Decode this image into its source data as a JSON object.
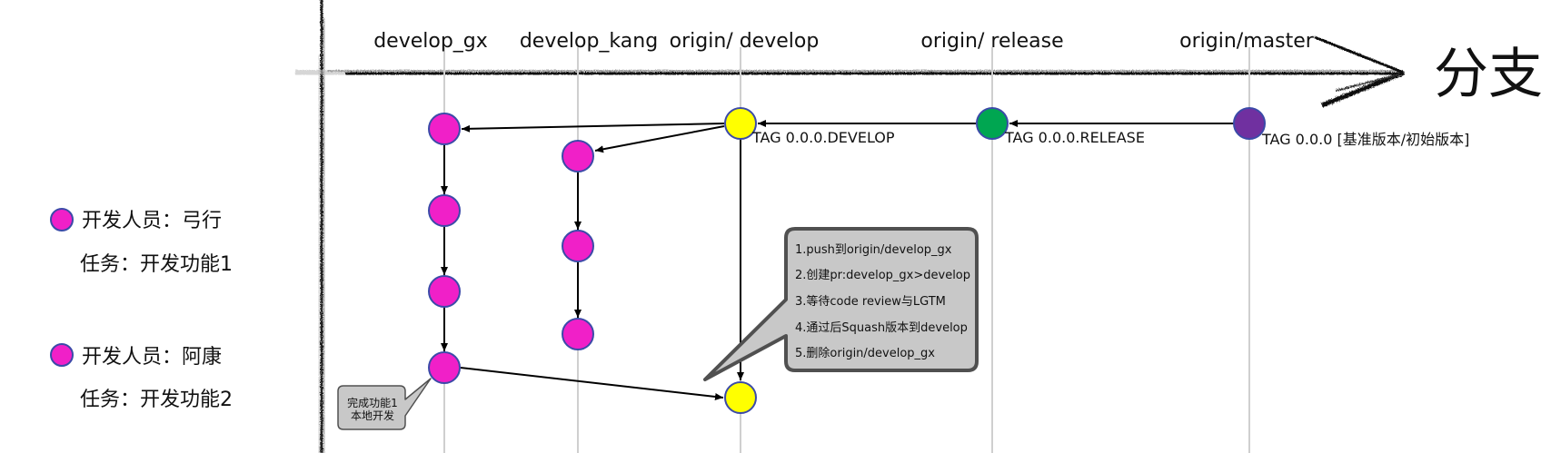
{
  "axis": {
    "title": "分支"
  },
  "branches": [
    {
      "id": "develop_gx",
      "label": "develop_gx"
    },
    {
      "id": "develop_kang",
      "label": "develop_kang"
    },
    {
      "id": "origin_develop",
      "label": "origin/ develop"
    },
    {
      "id": "origin_release",
      "label": "origin/ release"
    },
    {
      "id": "origin_master",
      "label": "origin/master"
    }
  ],
  "tags": {
    "develop": "TAG 0.0.0.DEVELOP",
    "release": "TAG 0.0.0.RELEASE",
    "master": "TAG 0.0.0 [基准版本/初始版本]"
  },
  "legend": [
    {
      "developer": "开发人员：弓行",
      "task": "任务：开发功能1",
      "color": "#f020c8"
    },
    {
      "developer": "开发人员：阿康",
      "task": "任务：开发功能2",
      "color": "#f020c8"
    }
  ],
  "callout": {
    "lines": [
      "1.push到origin/develop_gx",
      "2.创建pr:develop_gx>develop",
      "3.等待code review与LGTM",
      "4.通过后Squash版本到develop",
      "5.删除origin/develop_gx"
    ]
  },
  "note": {
    "lines": [
      "完成功能1",
      "本地开发"
    ]
  },
  "colors": {
    "developer_commit": "#f020c8",
    "develop_commit": "#ffff00",
    "release_commit": "#00a651",
    "master_commit": "#7030a0",
    "node_stroke": "#3b4aa8",
    "callout_fill": "#c8c8c8",
    "callout_stroke": "#505050"
  }
}
